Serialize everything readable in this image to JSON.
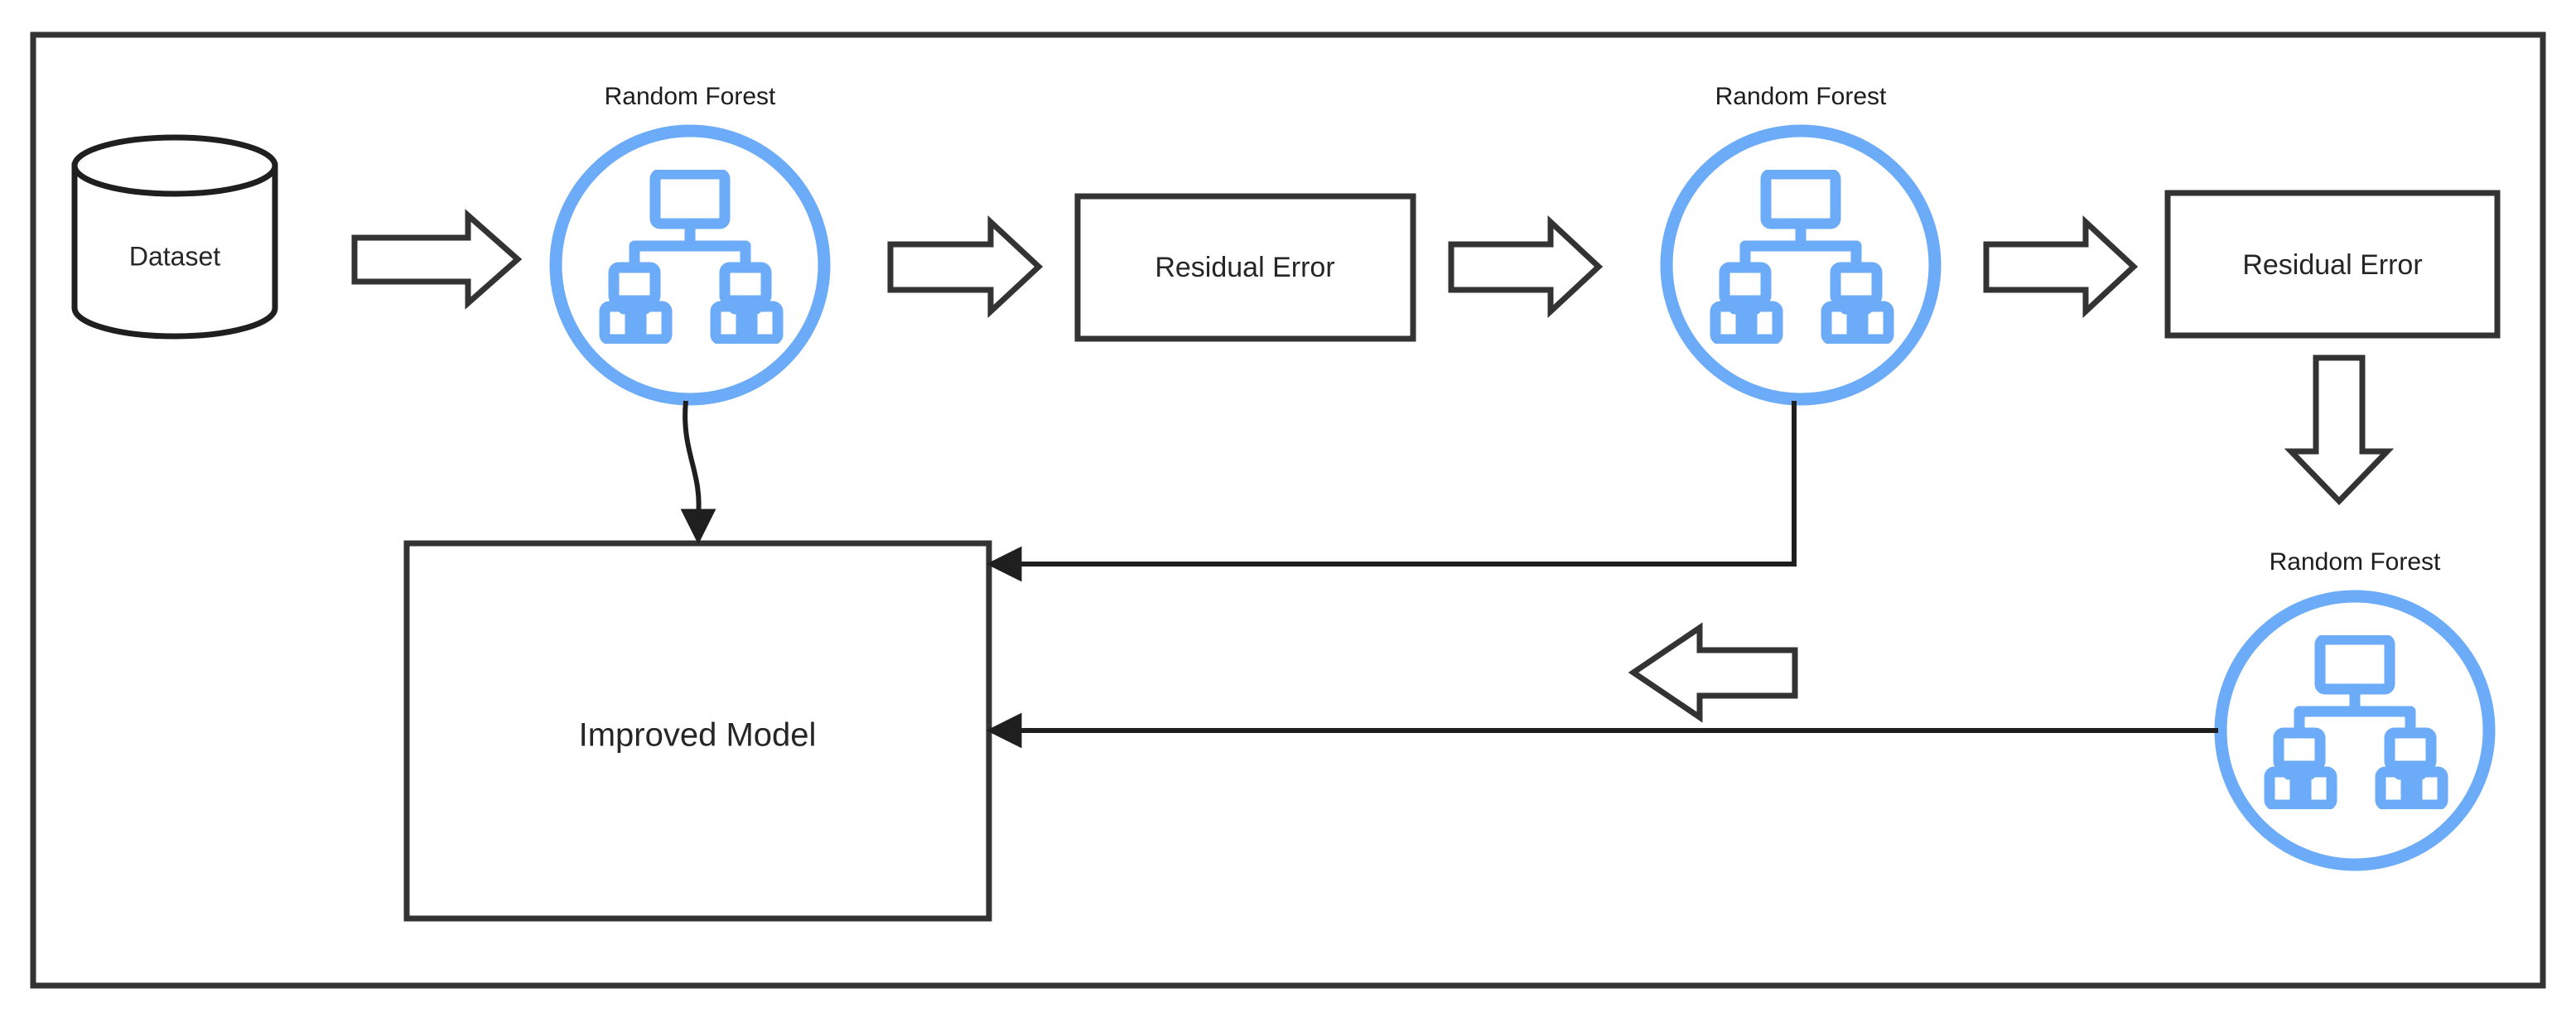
{
  "diagram": {
    "title_present": false,
    "colors": {
      "accent_blue": "#6BABF7",
      "outline_dark": "#333333",
      "text_dark": "#262626",
      "background": "#ffffff"
    },
    "frame": {
      "name": "diagram-frame"
    },
    "nodes": {
      "dataset": {
        "label": "Dataset",
        "shape": "cylinder"
      },
      "random_forest_1": {
        "label": "Random Forest",
        "icon": "decision-tree-icon",
        "shape": "circle"
      },
      "residual_error_1": {
        "label": "Residual Error",
        "shape": "rectangle"
      },
      "random_forest_2": {
        "label": "Random Forest",
        "icon": "decision-tree-icon",
        "shape": "circle"
      },
      "residual_error_2": {
        "label": "Residual Error",
        "shape": "rectangle"
      },
      "random_forest_3": {
        "label": "Random Forest",
        "icon": "decision-tree-icon",
        "shape": "circle"
      },
      "improved_model": {
        "label": "Improved Model",
        "shape": "rectangle"
      }
    },
    "connectors": [
      {
        "name": "arrow-dataset-to-rf1",
        "kind": "block-arrow",
        "direction": "right"
      },
      {
        "name": "arrow-rf1-to-residual1",
        "kind": "block-arrow",
        "direction": "right"
      },
      {
        "name": "arrow-residual1-to-rf2",
        "kind": "block-arrow",
        "direction": "right"
      },
      {
        "name": "arrow-rf2-to-residual2",
        "kind": "block-arrow",
        "direction": "right"
      },
      {
        "name": "arrow-residual2-to-rf3",
        "kind": "block-arrow",
        "direction": "down"
      },
      {
        "name": "arrow-feedback-left",
        "kind": "block-arrow",
        "direction": "left"
      },
      {
        "name": "line-rf1-to-improved-model",
        "kind": "curved-line-arrow"
      },
      {
        "name": "line-rf2-to-improved-model",
        "kind": "elbow-line-arrow"
      },
      {
        "name": "line-rf3-to-improved-model",
        "kind": "straight-line-arrow"
      }
    ]
  }
}
